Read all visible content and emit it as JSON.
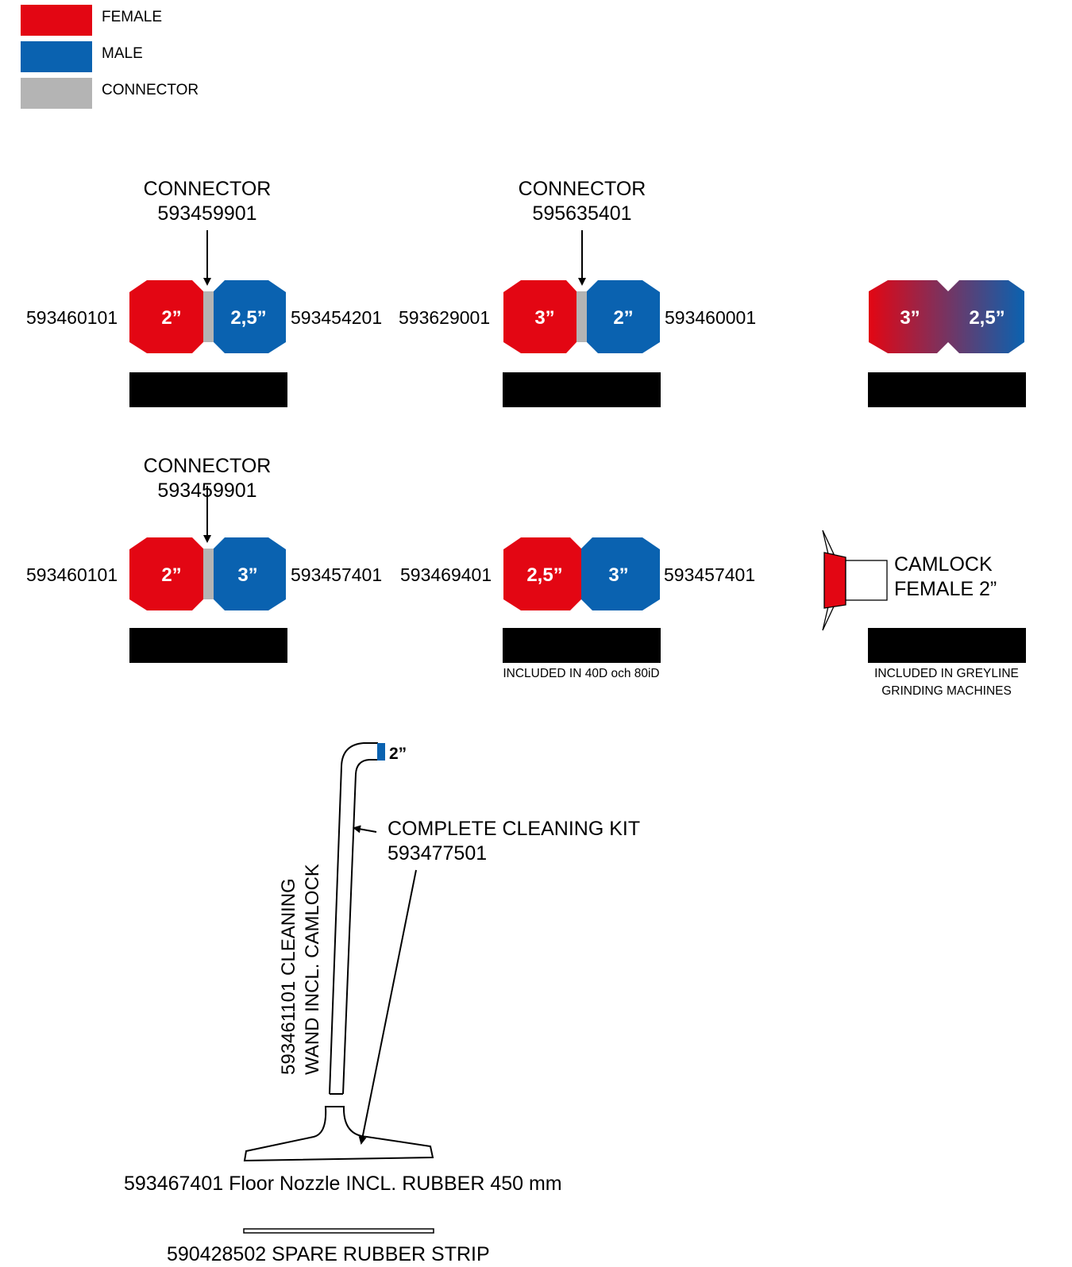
{
  "colors": {
    "female": "#e30613",
    "male": "#0a62b0",
    "connector": "#b4b4b4"
  },
  "legend": [
    {
      "label": "FEMALE",
      "color": "#e30613"
    },
    {
      "label": "MALE",
      "color": "#0a62b0"
    },
    {
      "label": "CONNECTOR",
      "color": "#b4b4b4"
    }
  ],
  "row1": {
    "a": {
      "title": "CONNECTOR",
      "code": "593459901",
      "left_pn": "593460101",
      "right_pn": "593454201",
      "female_size": "2”",
      "male_size": "2,5”"
    },
    "b": {
      "title": "CONNECTOR",
      "code": "595635401",
      "left_pn": "593629001",
      "right_pn": "593460001",
      "female_size": "3”",
      "male_size": "2”"
    },
    "c": {
      "female_size": "3”",
      "male_size": "2,5”"
    }
  },
  "row2": {
    "a": {
      "title": "CONNECTOR",
      "code": "593459901",
      "left_pn": "593460101",
      "right_pn": "593457401",
      "female_size": "2”",
      "male_size": "3”"
    },
    "b": {
      "left_pn": "593469401",
      "right_pn": "593457401",
      "female_size": "2,5”",
      "male_size": "3”",
      "note": "INCLUDED IN 40D och 80iD"
    },
    "c": {
      "label_line1": "CAMLOCK",
      "label_line2": "FEMALE 2”",
      "note_line1": "INCLUDED IN GREYLINE",
      "note_line2": "GRINDING MACHINES"
    }
  },
  "kit": {
    "size_label": "2”",
    "title": "COMPLETE CLEANING KIT",
    "code": "593477501",
    "wand_line1": "593461101 CLEANING",
    "wand_line2": "WAND INCL. CAMLOCK",
    "nozzle_label": "593467401 Floor Nozzle INCL. RUBBER 450 mm",
    "strip_label": "590428502 SPARE RUBBER STRIP"
  }
}
